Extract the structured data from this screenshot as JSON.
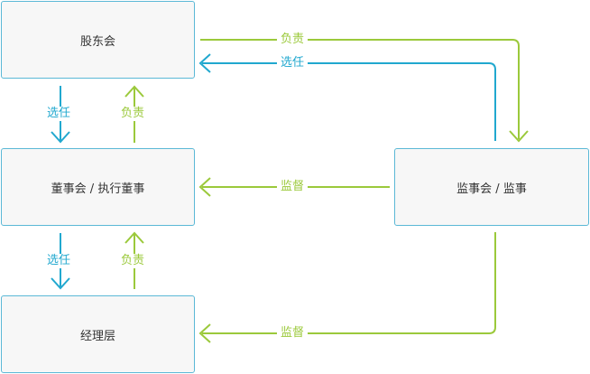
{
  "nodes": {
    "shareholders": "股东会",
    "board": "董事会 / 执行董事",
    "managers": "经理层",
    "supervisors": "监事会 / 监事"
  },
  "edges": {
    "sh_to_sup": "负责",
    "sup_to_sh": "选任",
    "sh_to_board": "选任",
    "board_to_sh": "负责",
    "board_to_mgr": "选任",
    "mgr_to_board": "负责",
    "sup_to_board": "监督",
    "sup_to_mgr": "监督"
  },
  "colors": {
    "blue": "#21a8cf",
    "green": "#9bc93b",
    "box_border": "#5bb8d6",
    "box_fill": "#f7f7f7"
  }
}
